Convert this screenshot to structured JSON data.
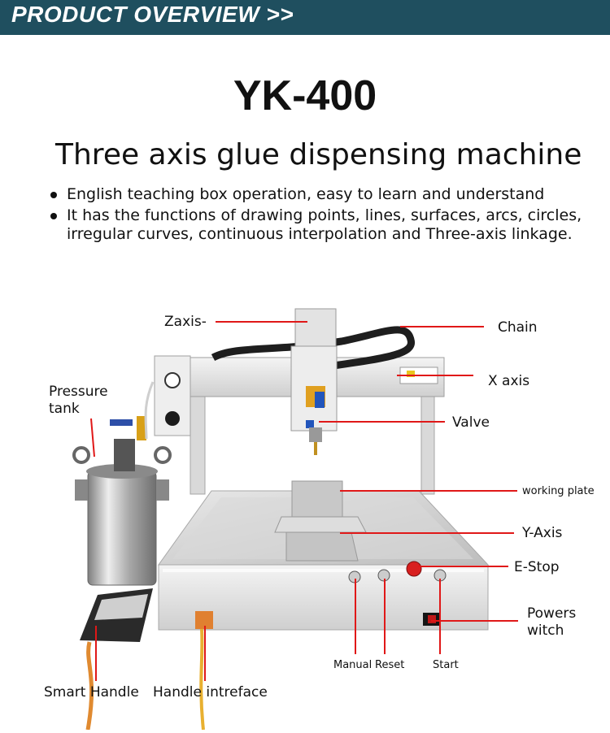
{
  "header": {
    "title": "PRODUCT OVERVIEW >>"
  },
  "product": {
    "model": "YK-400",
    "name": "Three axis glue dispensing machine",
    "features": [
      "English teaching box operation, easy to learn and understand",
      "It has the functions of drawing points, lines, surfaces, arcs, circles, irregular curves, continuous interpolation and Three-axis linkage."
    ]
  },
  "callouts": {
    "zaxis": "Zaxis-",
    "chain": "Chain",
    "x_axis": "X axis",
    "valve": "Valve",
    "pressure_tank_1": "Pressure",
    "pressure_tank_2": "tank",
    "working_plate": "working plate",
    "y_axis": "Y-Axis",
    "e_stop": "E-Stop",
    "power_switch_1": "Powers",
    "power_switch_2": "witch",
    "manual": "Manual",
    "reset": "Reset",
    "start": "Start",
    "smart_handle": "Smart Handle",
    "handle_interface": "Handle intreface"
  },
  "colors": {
    "header_bg": "#1f4f5f",
    "callout_line": "#e01818",
    "estop": "#d81f1f"
  }
}
